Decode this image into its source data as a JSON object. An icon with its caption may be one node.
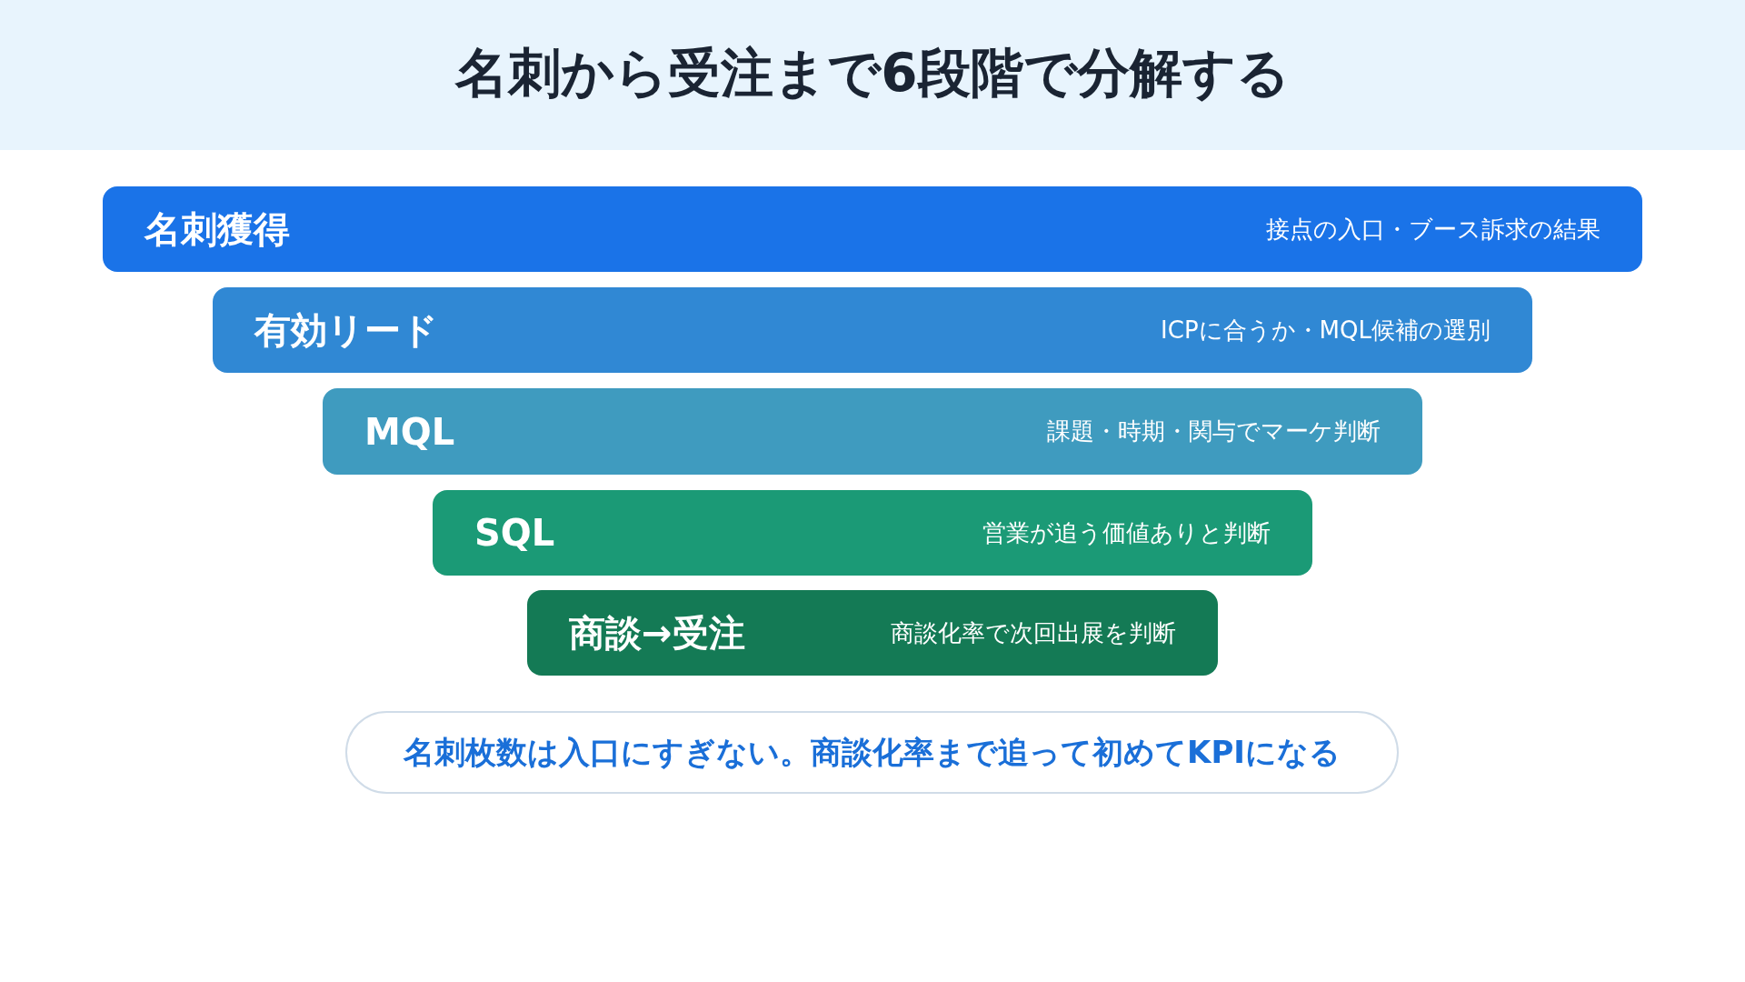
{
  "diagram": {
    "title": "名刺から受注まで6段階で分解する",
    "nodes": [
      {
        "text": [
          "名刺獲得",
          "接点の入口・ブース訴求の結果"
        ]
      },
      {
        "text": [
          "有効リード",
          "ICPに合うか・MQL候補の選別"
        ]
      },
      {
        "text": [
          "MQL",
          "課題・時期・関与でマーケ判断"
        ]
      },
      {
        "text": [
          "SQL",
          "営業が追う価値ありと判断"
        ]
      },
      {
        "text": [
          "商談→受注",
          "商談化率で次回出展を判断"
        ]
      },
      {
        "text": [
          "名刺枚数は入口にすぎない。商談化率まで追って初めてKPIになる"
        ]
      }
    ]
  }
}
